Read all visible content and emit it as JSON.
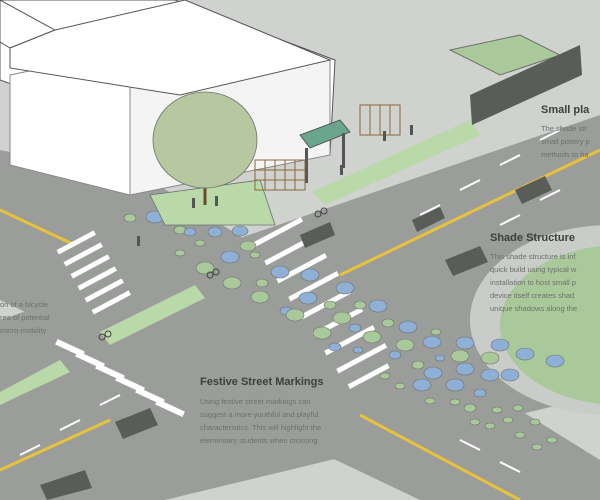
{
  "annotations": {
    "small_planters": {
      "title": "Small pla",
      "lines": [
        "The shade str",
        "small pottery p",
        "methods to ha"
      ]
    },
    "shade_structure": {
      "title": "Shade Structure",
      "lines": [
        "This shade structure is inf",
        "quick build using typical w",
        "installation to host small p",
        "device itself creates shad",
        "unique shadows along the"
      ]
    },
    "bicycle_note": {
      "lines": [
        "on of a bicycle",
        "rea of potential",
        "micro-mobility"
      ]
    },
    "festive_markings": {
      "title": "Festive Street Markings",
      "lines": [
        "Using festive street markings can",
        "suggest a more youthful and playful",
        "characteristics. This will highlight the",
        "elementary students when crossing"
      ]
    }
  },
  "colors": {
    "road": "#9b9d9b",
    "sidewalk": "#c9ccc9",
    "building": "#ffffff",
    "bike_lane": "#b9d9a8",
    "grass": "#a9c99a",
    "yellow_line": "#e8c23a",
    "dot_blue": "#8fb0d6",
    "dot_green": "#a9c99a",
    "tree": "#b7c79f",
    "vehicle": "#5a5c5a",
    "shelter_roof": "#6aa58e"
  }
}
